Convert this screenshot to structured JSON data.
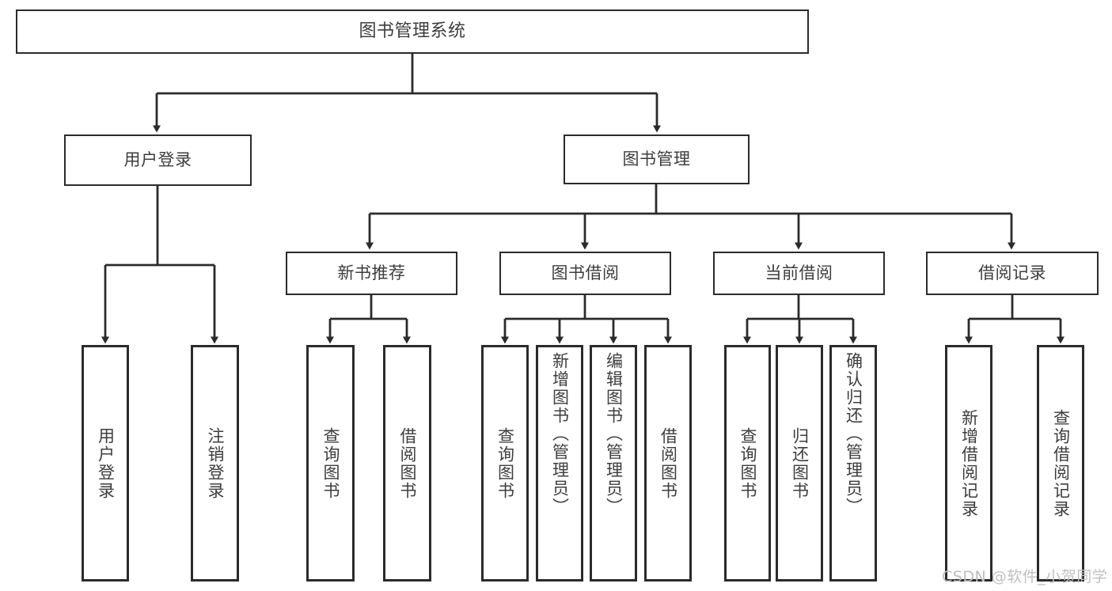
{
  "diagram": {
    "type": "tree",
    "title": "图书管理系统",
    "root": {
      "label": "图书管理系统"
    },
    "level1": [
      {
        "label": "用户登录"
      },
      {
        "label": "图书管理"
      }
    ],
    "level2": [
      {
        "label": "新书推荐"
      },
      {
        "label": "图书借阅"
      },
      {
        "label": "当前借阅"
      },
      {
        "label": "借阅记录"
      }
    ],
    "leaves": {
      "user_login": [
        {
          "label": "用户登录"
        },
        {
          "label": "注销登录"
        }
      ],
      "new_book_recommend": [
        {
          "label": "查询图书"
        },
        {
          "label": "借阅图书"
        }
      ],
      "book_borrow": [
        {
          "label": "查询图书"
        },
        {
          "label": "新增图书（管理员）"
        },
        {
          "label": "编辑图书（管理员）"
        },
        {
          "label": "借阅图书"
        }
      ],
      "current_borrow": [
        {
          "label": "查询图书"
        },
        {
          "label": "归还图书"
        },
        {
          "label": "确认归还（管理员）"
        }
      ],
      "borrow_record": [
        {
          "label": "新增借阅记录"
        },
        {
          "label": "查询借阅记录"
        }
      ]
    }
  },
  "watermark": {
    "text": "CSDN @软件_小贺同学"
  },
  "colors": {
    "border": "#2b2b2b",
    "text": "#3d3d3d",
    "background": "#ffffff",
    "watermark": "#bfbfbf"
  }
}
